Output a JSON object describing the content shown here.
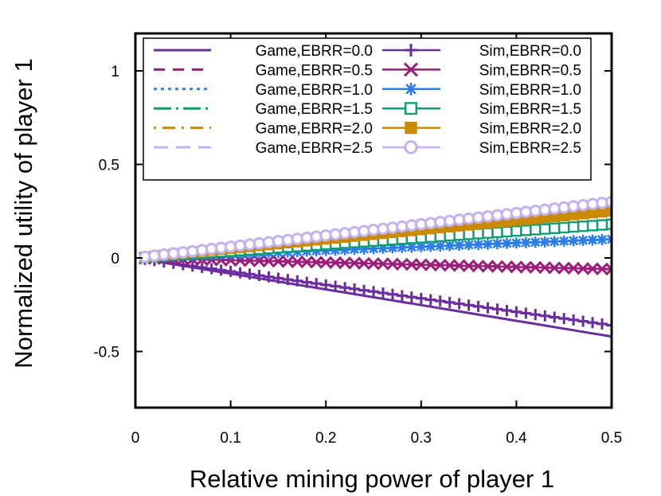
{
  "chart_data": {
    "type": "line",
    "title": "",
    "xlabel": "Relative mining power of player 1",
    "ylabel": "Normalized utility of player 1",
    "xlim": [
      0,
      0.5
    ],
    "ylim": [
      -0.8,
      1.2
    ],
    "xticks": [
      0,
      0.1,
      0.2,
      0.3,
      0.4,
      0.5
    ],
    "xtick_labels": [
      "0",
      "0.1",
      "0.2",
      "0.3",
      "0.4",
      "0.5"
    ],
    "yticks": [
      -0.5,
      0,
      0.5,
      1
    ],
    "ytick_labels": [
      "-0.5",
      "0",
      "0.5",
      "1"
    ],
    "grid": false,
    "legend_position": "top",
    "x": [
      0.01,
      0.02,
      0.03,
      0.04,
      0.05,
      0.06,
      0.07,
      0.08,
      0.09,
      0.1,
      0.11,
      0.12,
      0.13,
      0.14,
      0.15,
      0.16,
      0.17,
      0.18,
      0.19,
      0.2,
      0.21,
      0.22,
      0.23,
      0.24,
      0.25,
      0.26,
      0.27,
      0.28,
      0.29,
      0.3,
      0.31,
      0.32,
      0.33,
      0.34,
      0.35,
      0.36,
      0.37,
      0.38,
      0.39,
      0.4,
      0.41,
      0.42,
      0.43,
      0.44,
      0.45,
      0.46,
      0.47,
      0.48,
      0.49,
      0.5
    ],
    "game_series": [
      {
        "name": "Game,EBRR=0.0",
        "color": "#6a2d9e",
        "dash": "",
        "slope": -0.84
      },
      {
        "name": "Game,EBRR=0.5",
        "color": "#9b1f7a",
        "dash": "14,10",
        "slope": -0.12
      },
      {
        "name": "Game,EBRR=1.0",
        "color": "#2b7de9",
        "dash": "4,5",
        "slope": 0.2
      },
      {
        "name": "Game,EBRR=1.5",
        "color": "#0f9e72",
        "dash": "22,6,3,6",
        "slope": 0.36
      },
      {
        "name": "Game,EBRR=2.0",
        "color": "#c98a04",
        "dash": "3,8,16,8",
        "slope": 0.48
      },
      {
        "name": "Game,EBRR=2.5",
        "color": "#c4b2ef",
        "dash": "18,10",
        "slope": 0.56
      }
    ],
    "sim_series": [
      {
        "name": "Sim,EBRR=0.0",
        "color": "#6a2d9e",
        "marker": "plus",
        "slope": -0.72
      },
      {
        "name": "Sim,EBRR=0.5",
        "color": "#9b1f7a",
        "marker": "x",
        "slope": -0.12
      },
      {
        "name": "Sim,EBRR=1.0",
        "color": "#2b7de9",
        "marker": "asterisk",
        "slope": 0.2
      },
      {
        "name": "Sim,EBRR=1.5",
        "color": "#0f9e72",
        "marker": "square-open",
        "slope": 0.36
      },
      {
        "name": "Sim,EBRR=2.0",
        "color": "#c98a04",
        "marker": "square-filled",
        "slope": 0.5
      },
      {
        "name": "Sim,EBRR=2.5",
        "color": "#c4b2ef",
        "marker": "circle-open",
        "slope": 0.6
      }
    ]
  }
}
